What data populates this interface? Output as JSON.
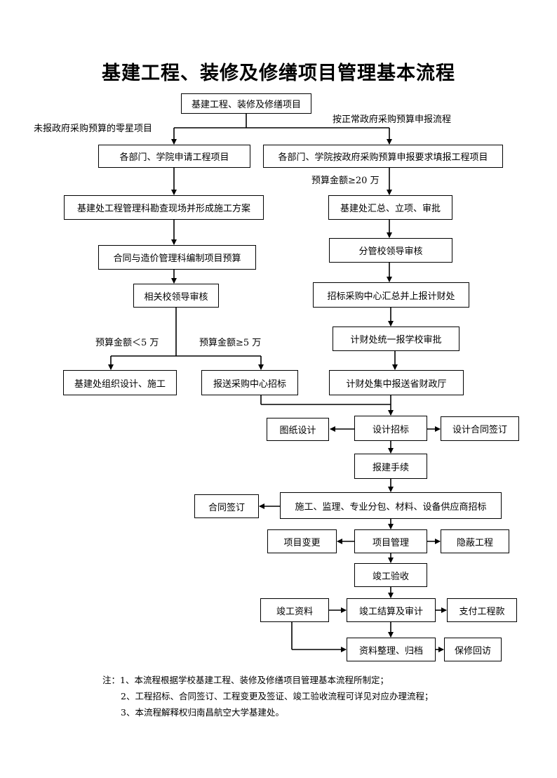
{
  "title": "基建工程、装修及修缮项目管理基本流程",
  "labels": {
    "left_branch": "未报政府采购预算的零星项目",
    "right_branch": "按正常政府采购预算申报流程",
    "budget_ge_20": "预算金额≥20 万",
    "budget_lt_5": "预算金额＜5 万",
    "budget_ge_5": "预算金额≥5 万"
  },
  "boxes": {
    "start": "基建工程、装修及修缮项目",
    "apply_left": "各部门、学院申请工程项目",
    "apply_right": "各部门、学院按政府采购预算申报要求填报工程项目",
    "survey": "基建处工程管理科勘查现场并形成施工方案",
    "summary_approve": "基建处汇总、立项、审批",
    "budget_prep": "合同与造价管理科编制项目预算",
    "leader_review_right": "分管校领导审核",
    "leader_review_left": "相关校领导审核",
    "bidding_center": "招标采购中心汇总并上报计财处",
    "finance_report": "计财处统一报学校审批",
    "self_construct": "基建处组织设计、施工",
    "send_bidding": "报送采购中心招标",
    "finance_province": "计财处集中报送省财政厅",
    "drawing_design": "图纸设计",
    "design_bidding": "设计招标",
    "design_contract": "设计合同签订",
    "construction_permit": "报建手续",
    "contract_sign": "合同签订",
    "construction_bidding": "施工、监理、专业分包、材料、设备供应商招标",
    "project_change": "项目变更",
    "project_mgmt": "项目管理",
    "concealed_work": "隐蔽工程",
    "completion_accept": "竣工验收",
    "completion_docs": "竣工资料",
    "settlement_audit": "竣工结算及审计",
    "payment": "支付工程款",
    "archive": "资料整理、归档",
    "warranty_visit": "保修回访"
  },
  "notes": [
    "注：1、本流程根据学校基建工程、装修及修缮项目管理基本流程所制定；",
    "2、工程招标、合同签订、工程变更及签证、竣工验收流程可详见对应办理流程；",
    "3、本流程解释权归南昌航空大学基建处。"
  ]
}
